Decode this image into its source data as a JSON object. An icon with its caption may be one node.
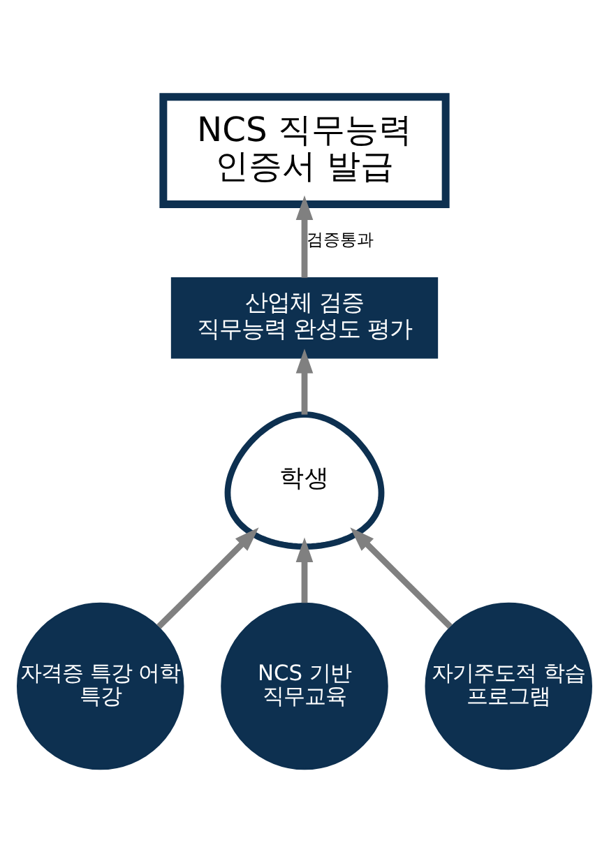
{
  "diagram": {
    "nodes": [
      {
        "text": [
          "NCS 직무능력 인증서 발급"
        ]
      },
      {
        "text": [
          "산업체 검증 직무능력 완성도 평가"
        ]
      },
      {
        "text": [
          "학생"
        ]
      },
      {
        "text": [
          "자격증 특강 어학 특강"
        ]
      },
      {
        "text": [
          "NCS 기반 직무교육"
        ]
      },
      {
        "text": [
          "자기주도적 학습 프로그램"
        ]
      }
    ],
    "edges": [
      {
        "from": 1,
        "to": 0,
        "arrow": "to",
        "label": "검증통과"
      },
      {
        "from": 2,
        "to": 1,
        "arrow": "to"
      },
      {
        "from": 3,
        "to": 2,
        "arrow": "to"
      },
      {
        "from": 4,
        "to": 2,
        "arrow": "to"
      },
      {
        "from": 5,
        "to": 2,
        "arrow": "to"
      }
    ]
  }
}
